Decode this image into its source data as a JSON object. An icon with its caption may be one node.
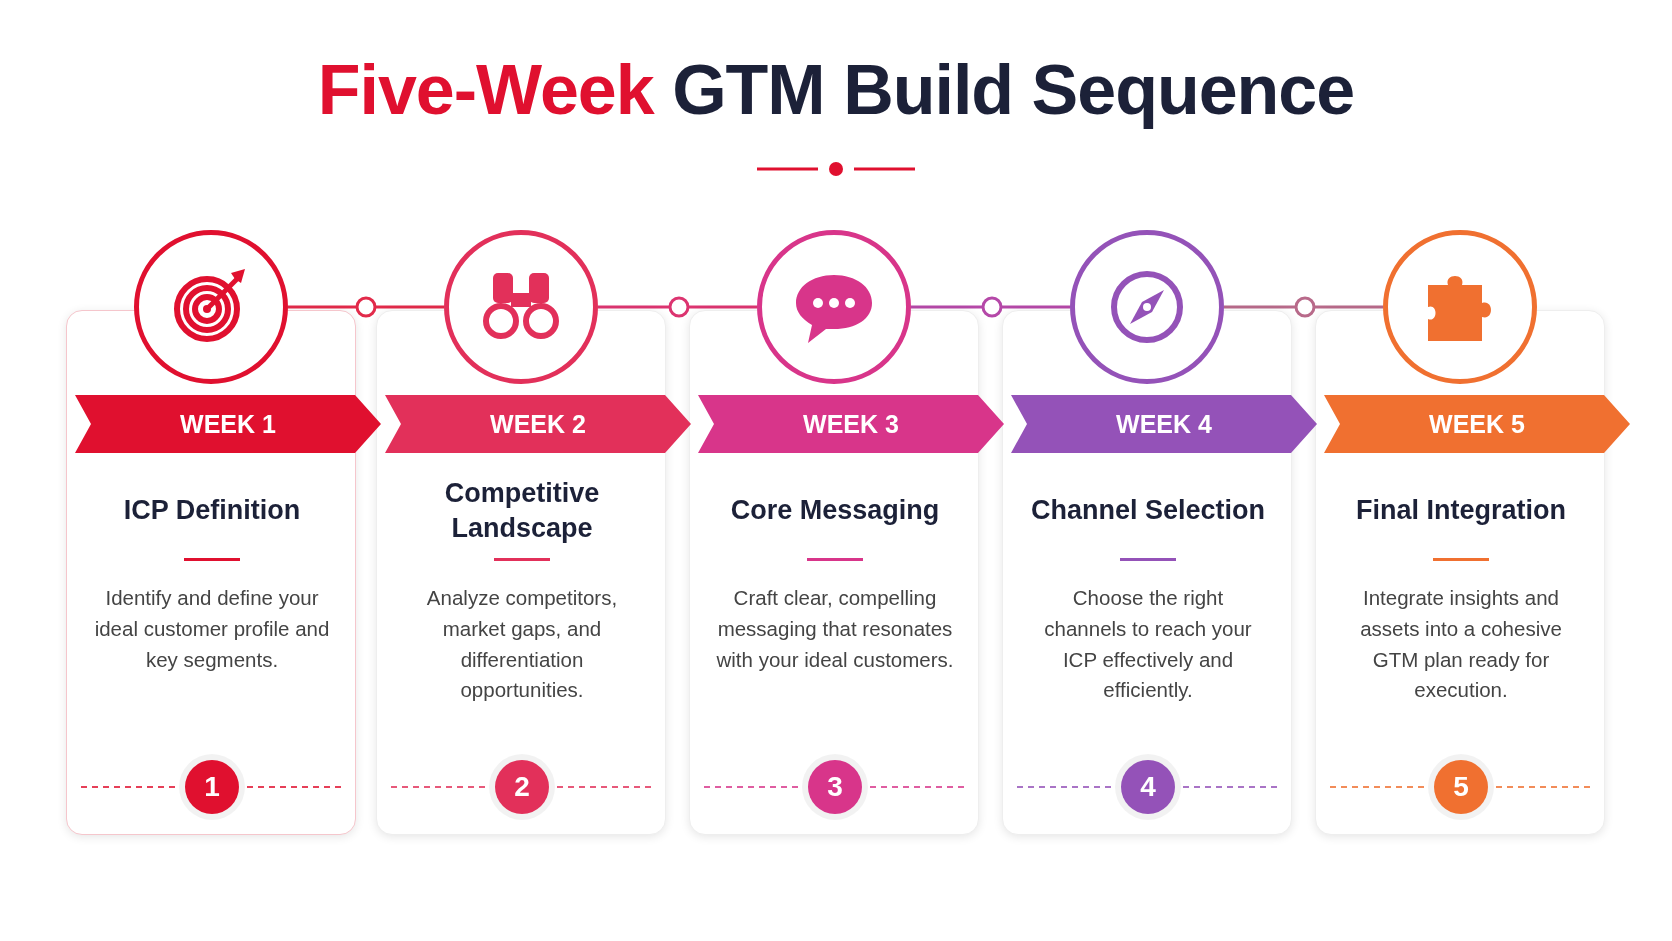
{
  "diagram": {
    "title": "Five-Week GTM Build Sequence",
    "nodes": [
      {
        "text": [],
        "shape": "circle"
      },
      {
        "text": [
          "ICP Definition",
          "Identify and define your ideal customer profile and key segments."
        ]
      },
      {
        "text": [
          "WEEK 1"
        ],
        "in": 1
      },
      {
        "text": [
          "1"
        ],
        "in": 1
      },
      {
        "text": [],
        "shape": "circle"
      },
      {
        "text": [
          "Competitive Landscape",
          "Analyze competitors, market gaps, and differentiation opportunities."
        ]
      },
      {
        "text": [
          "WEEK 2"
        ],
        "in": 5
      },
      {
        "text": [
          "2"
        ],
        "in": 5
      },
      {
        "text": [],
        "shape": "circle"
      },
      {
        "text": [
          "Core Messaging",
          "Craft clear, compelling messaging that resonates with your ideal customers."
        ]
      },
      {
        "text": [
          "WEEK 3"
        ],
        "in": 9
      },
      {
        "text": [
          "3"
        ],
        "in": 9
      },
      {
        "text": [],
        "shape": "circle"
      },
      {
        "text": [
          "Channel Selection",
          "Choose the right channels to reach your ICP effectively and efficiently."
        ]
      },
      {
        "text": [
          "WEEK 4"
        ],
        "in": 13
      },
      {
        "text": [
          "4"
        ],
        "in": 13
      },
      {
        "text": [],
        "shape": "circle"
      },
      {
        "text": [
          "Final Integration",
          "Integrate insights and assets into a cohesive GTM plan ready for execution."
        ]
      },
      {
        "text": [
          "WEEK 5"
        ],
        "in": 17
      },
      {
        "text": [
          "5"
        ],
        "in": 17
      }
    ],
    "edges": [
      {
        "from": 0,
        "to": 4,
        "arrow": "none",
        "color": "#e22a4a"
      },
      {
        "from": 4,
        "to": 8,
        "arrow": "none",
        "color": "#dc3470"
      },
      {
        "from": 8,
        "to": 12,
        "arrow": "none",
        "color": "#b548a8"
      },
      {
        "from": 12,
        "to": 16,
        "arrow": "none",
        "color": "#b86a8a"
      }
    ]
  }
}
